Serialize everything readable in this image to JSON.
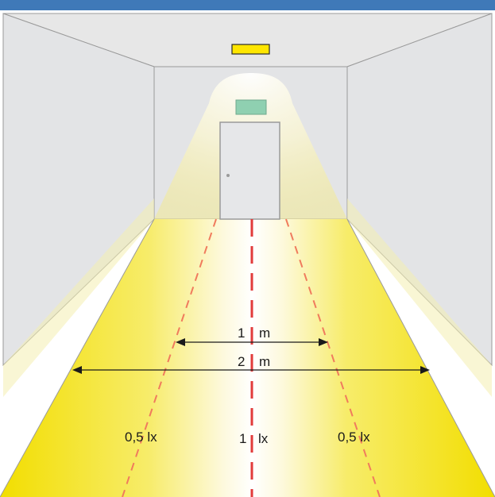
{
  "labels": {
    "width_1": "1",
    "width_1_unit": "m",
    "width_2": "2",
    "width_2_unit": "m",
    "lux_left": "0,5 lx",
    "lux_center": "1",
    "lux_center_unit": "lx",
    "lux_right": "0,5 lx"
  },
  "colors": {
    "header_bar": "#3f79b8",
    "ceiling": "#e7e7e7",
    "walls": "#e3e4e6",
    "floor_light": "#f5e100",
    "center_line": "#e23b3b",
    "edge_lines": "#f07b5d",
    "exit_sign": "#8fd0b1",
    "ceiling_lamp": "#ffe600"
  },
  "icons": {
    "ceiling_lamp": "emergency-light-icon",
    "exit_sign": "exit-sign-icon",
    "door": "door-icon"
  }
}
